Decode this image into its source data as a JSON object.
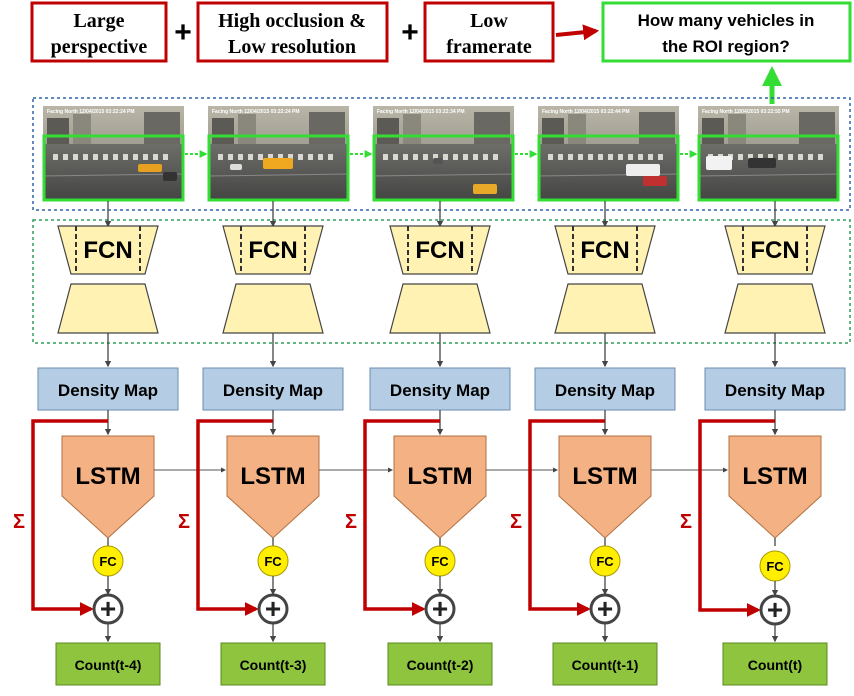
{
  "header": {
    "factors": [
      {
        "line1": "Large",
        "line2": "perspective"
      },
      {
        "line1": "High occlusion &",
        "line2": "Low resolution"
      },
      {
        "line1": "Low",
        "line2": "framerate"
      }
    ],
    "plus_symbol": "+",
    "question": {
      "line1": "How many vehicles in",
      "line2": "the ROI region?"
    }
  },
  "frames": [
    {
      "caption": "Facing North   12/04/2015 03:22:24 PM"
    },
    {
      "caption": "Facing North   12/04/2015 03:22:24 PM"
    },
    {
      "caption": "Facing North   12/04/2015 03:22:34 PM"
    },
    {
      "caption": "Facing North   12/04/2015 03:22:44 PM"
    },
    {
      "caption": "Facing North   12/04/2015 03:22:55 PM"
    }
  ],
  "fcn_label": "FCN",
  "density_label": "Density Map",
  "lstm_label": "LSTM",
  "fc_label": "FC",
  "sum_symbol": "Σ",
  "add_symbol": "+",
  "outputs": [
    "Count(t-4)",
    "Count(t-3)",
    "Count(t-2)",
    "Count(t-1)",
    "Count(t)"
  ],
  "colors": {
    "red": "#c00000",
    "green": "#33dd33",
    "fcn_fill": "#fff2b3",
    "density_fill": "#b4cde4",
    "lstm_fill": "#f4b183",
    "fc_fill": "#ffee00",
    "count_fill": "#8fc43f"
  }
}
